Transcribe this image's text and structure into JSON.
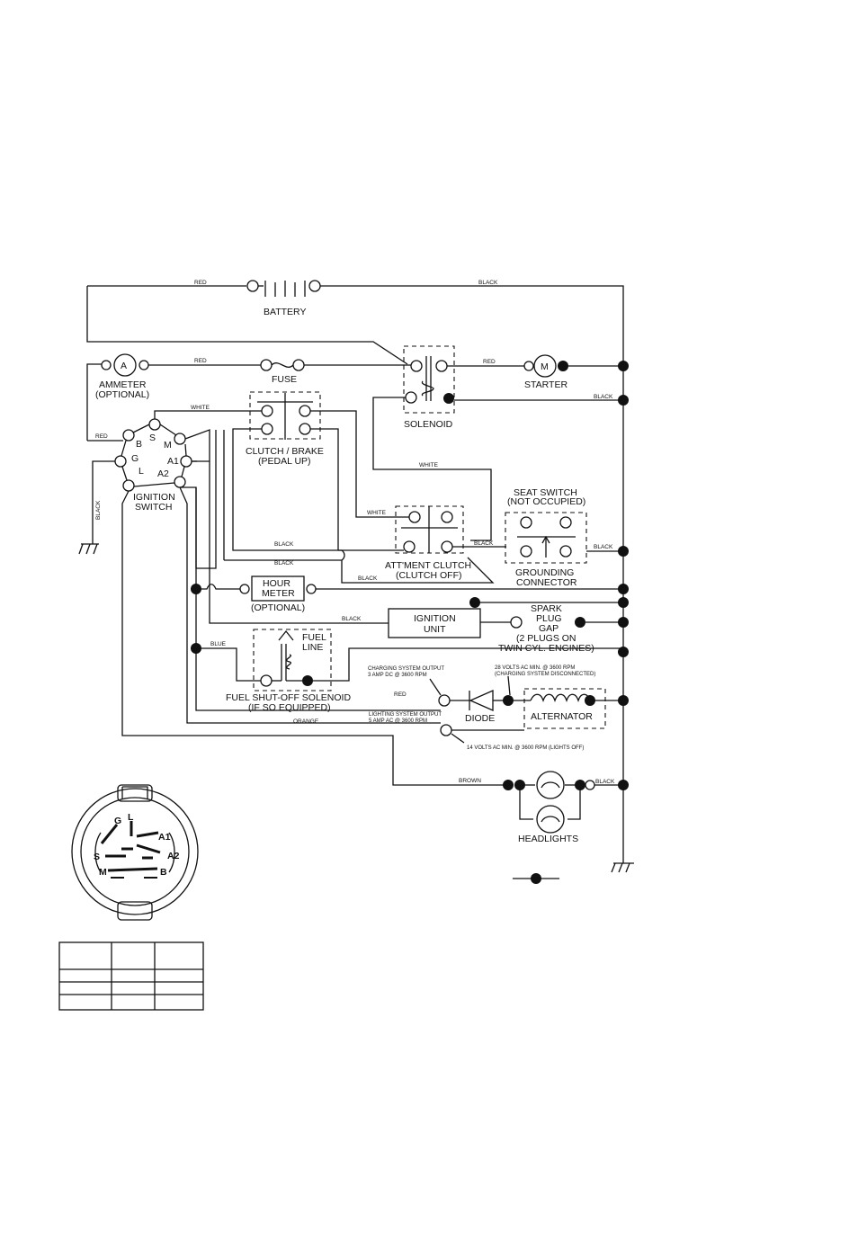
{
  "components": {
    "battery": "BATTERY",
    "ammeter": "AMMETER",
    "ammeter_opt": "(OPTIONAL)",
    "ammeter_symbol": "A",
    "fuse": "FUSE",
    "solenoid": "SOLENOID",
    "starter": "STARTER",
    "starter_symbol": "M",
    "clutch_brake": "CLUTCH / BRAKE",
    "clutch_brake_sub": "(PEDAL UP)",
    "ignition_switch_1": "IGNITION",
    "ignition_switch_2": "SWITCH",
    "seat_switch": "SEAT SWITCH",
    "seat_switch_sub": "(NOT OCCUPIED)",
    "grounding_1": "GROUNDING",
    "grounding_2": "CONNECTOR",
    "attment_clutch": "ATT'MENT CLUTCH",
    "attment_clutch_sub": "(CLUTCH OFF)",
    "hour_meter_1": "HOUR",
    "hour_meter_2": "METER",
    "hour_meter_opt": "(OPTIONAL)",
    "ignition_unit_1": "IGNITION",
    "ignition_unit_2": "UNIT",
    "spark_1": "SPARK",
    "spark_2": "PLUG",
    "spark_3": "GAP",
    "spark_4": "(2 PLUGS ON",
    "spark_5": "TWIN CYL. ENGINES)",
    "fuel_line_1": "FUEL",
    "fuel_line_2": "LINE",
    "fuel_solenoid": "FUEL SHUT-OFF SOLENOID",
    "fuel_solenoid_sub": "(IF SO EQUIPPED)",
    "diode": "DIODE",
    "alternator": "ALTERNATOR",
    "headlights": "HEADLIGHTS"
  },
  "terminals": {
    "B": "B",
    "S": "S",
    "M": "M",
    "G": "G",
    "L": "L",
    "A1": "A1",
    "A2": "A2"
  },
  "wires": {
    "red": "RED",
    "black": "BLACK",
    "white": "WHITE",
    "blue": "BLUE",
    "orange": "ORANGE",
    "brown": "BROWN"
  },
  "notes": {
    "charging_1": "CHARGING SYSTEM OUTPUT",
    "charging_2": "3 AMP DC @ 3600 RPM",
    "lighting_1": "LIGHTING SYSTEM OUTPUT",
    "lighting_2": "5 AMP AC @ 3600 RPM",
    "volts28_1": "28 VOLTS AC MIN. @ 3600 RPM",
    "volts28_2": "(CHARGING SYSTEM DISCONNECTED)",
    "volts14": "14 VOLTS AC MIN. @ 3600 RPM (LIGHTS OFF)"
  },
  "switch_inset": {
    "G": "G",
    "L": "L",
    "A1": "A1",
    "A2": "A2",
    "S": "S",
    "M": "M",
    "B": "B"
  },
  "legend_table": {
    "rows": 4,
    "cols": 3
  }
}
